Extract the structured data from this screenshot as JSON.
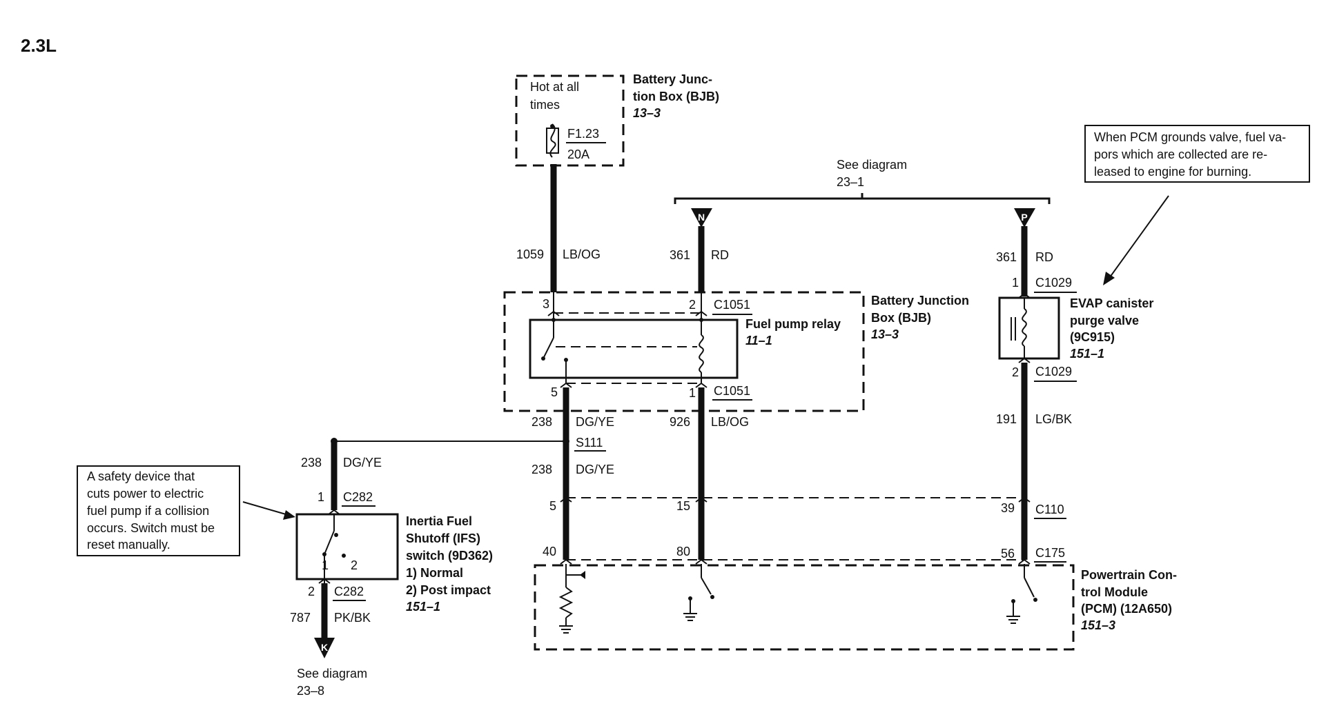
{
  "title": "2.3L",
  "bjb_top": {
    "hot_label_1": "Hot at all",
    "hot_label_2": "times",
    "fuse_id": "F1.23",
    "fuse_rating": "20A",
    "name_1": "Battery Junc-",
    "name_2": "tion Box (BJB)",
    "ref": "13–3"
  },
  "see_diagram_top": {
    "line1": "See diagram",
    "line2": "23–1"
  },
  "connector_n": "N",
  "connector_p": "P",
  "connector_k": "K",
  "note_evap": {
    "line1": "When PCM grounds valve, fuel va-",
    "line2": "pors which are collected are re-",
    "line3": "leased to engine for burning."
  },
  "note_ifs": {
    "line1": "A safety device that",
    "line2": "cuts power to electric",
    "line3": "fuel pump if a collision",
    "line4": "occurs. Switch must be",
    "line5": "reset manually."
  },
  "wires": {
    "w1059": {
      "circuit": "1059",
      "color": "LB/OG"
    },
    "w361a": {
      "circuit": "361",
      "color": "RD"
    },
    "w361b": {
      "circuit": "361",
      "color": "RD"
    },
    "w238a": {
      "circuit": "238",
      "color": "DG/YE"
    },
    "w238b": {
      "circuit": "238",
      "color": "DG/YE"
    },
    "w238c": {
      "circuit": "238",
      "color": "DG/YE"
    },
    "w926": {
      "circuit": "926",
      "color": "LB/OG"
    },
    "w191": {
      "circuit": "191",
      "color": "LG/BK"
    },
    "w787": {
      "circuit": "787",
      "color": "PK/BK"
    }
  },
  "relay_box": {
    "pin3": "3",
    "pin2": "2",
    "pin5": "5",
    "pin1": "1",
    "conn_top": "C1051",
    "conn_bottom": "C1051",
    "relay_name": "Fuel pump relay",
    "relay_ref": "11–1",
    "bjb_name_1": "Battery Junction",
    "bjb_name_2": "Box (BJB)",
    "bjb_ref": "13–3"
  },
  "splice": "S111",
  "evap": {
    "pin1": "1",
    "pin2": "2",
    "conn_top": "C1029",
    "conn_bottom": "C1029",
    "name_1": "EVAP canister",
    "name_2": "purge valve",
    "name_3": "(9C915)",
    "ref": "151–1"
  },
  "c110": {
    "pin_a": "5",
    "pin_b": "15",
    "pin_c": "39",
    "conn": "C110"
  },
  "c175": {
    "pin_a": "40",
    "pin_b": "80",
    "pin_c": "56",
    "conn": "C175"
  },
  "pcm": {
    "name_1": "Powertrain Con-",
    "name_2": "trol Module",
    "name_3": "(PCM) (12A650)",
    "ref": "151–3"
  },
  "ifs": {
    "pin_top": "1",
    "conn_top": "C282",
    "pin_bottom": "2",
    "conn_bottom": "C282",
    "sw_pos1": "1",
    "sw_pos2": "2",
    "name_1": "Inertia Fuel",
    "name_2": "Shutoff (IFS)",
    "name_3": "switch (9D362)",
    "pos_1": "1)   Normal",
    "pos_2": "2)   Post impact",
    "ref": "151–1"
  },
  "see_diagram_bottom": {
    "line1": "See diagram",
    "line2": "23–8"
  }
}
